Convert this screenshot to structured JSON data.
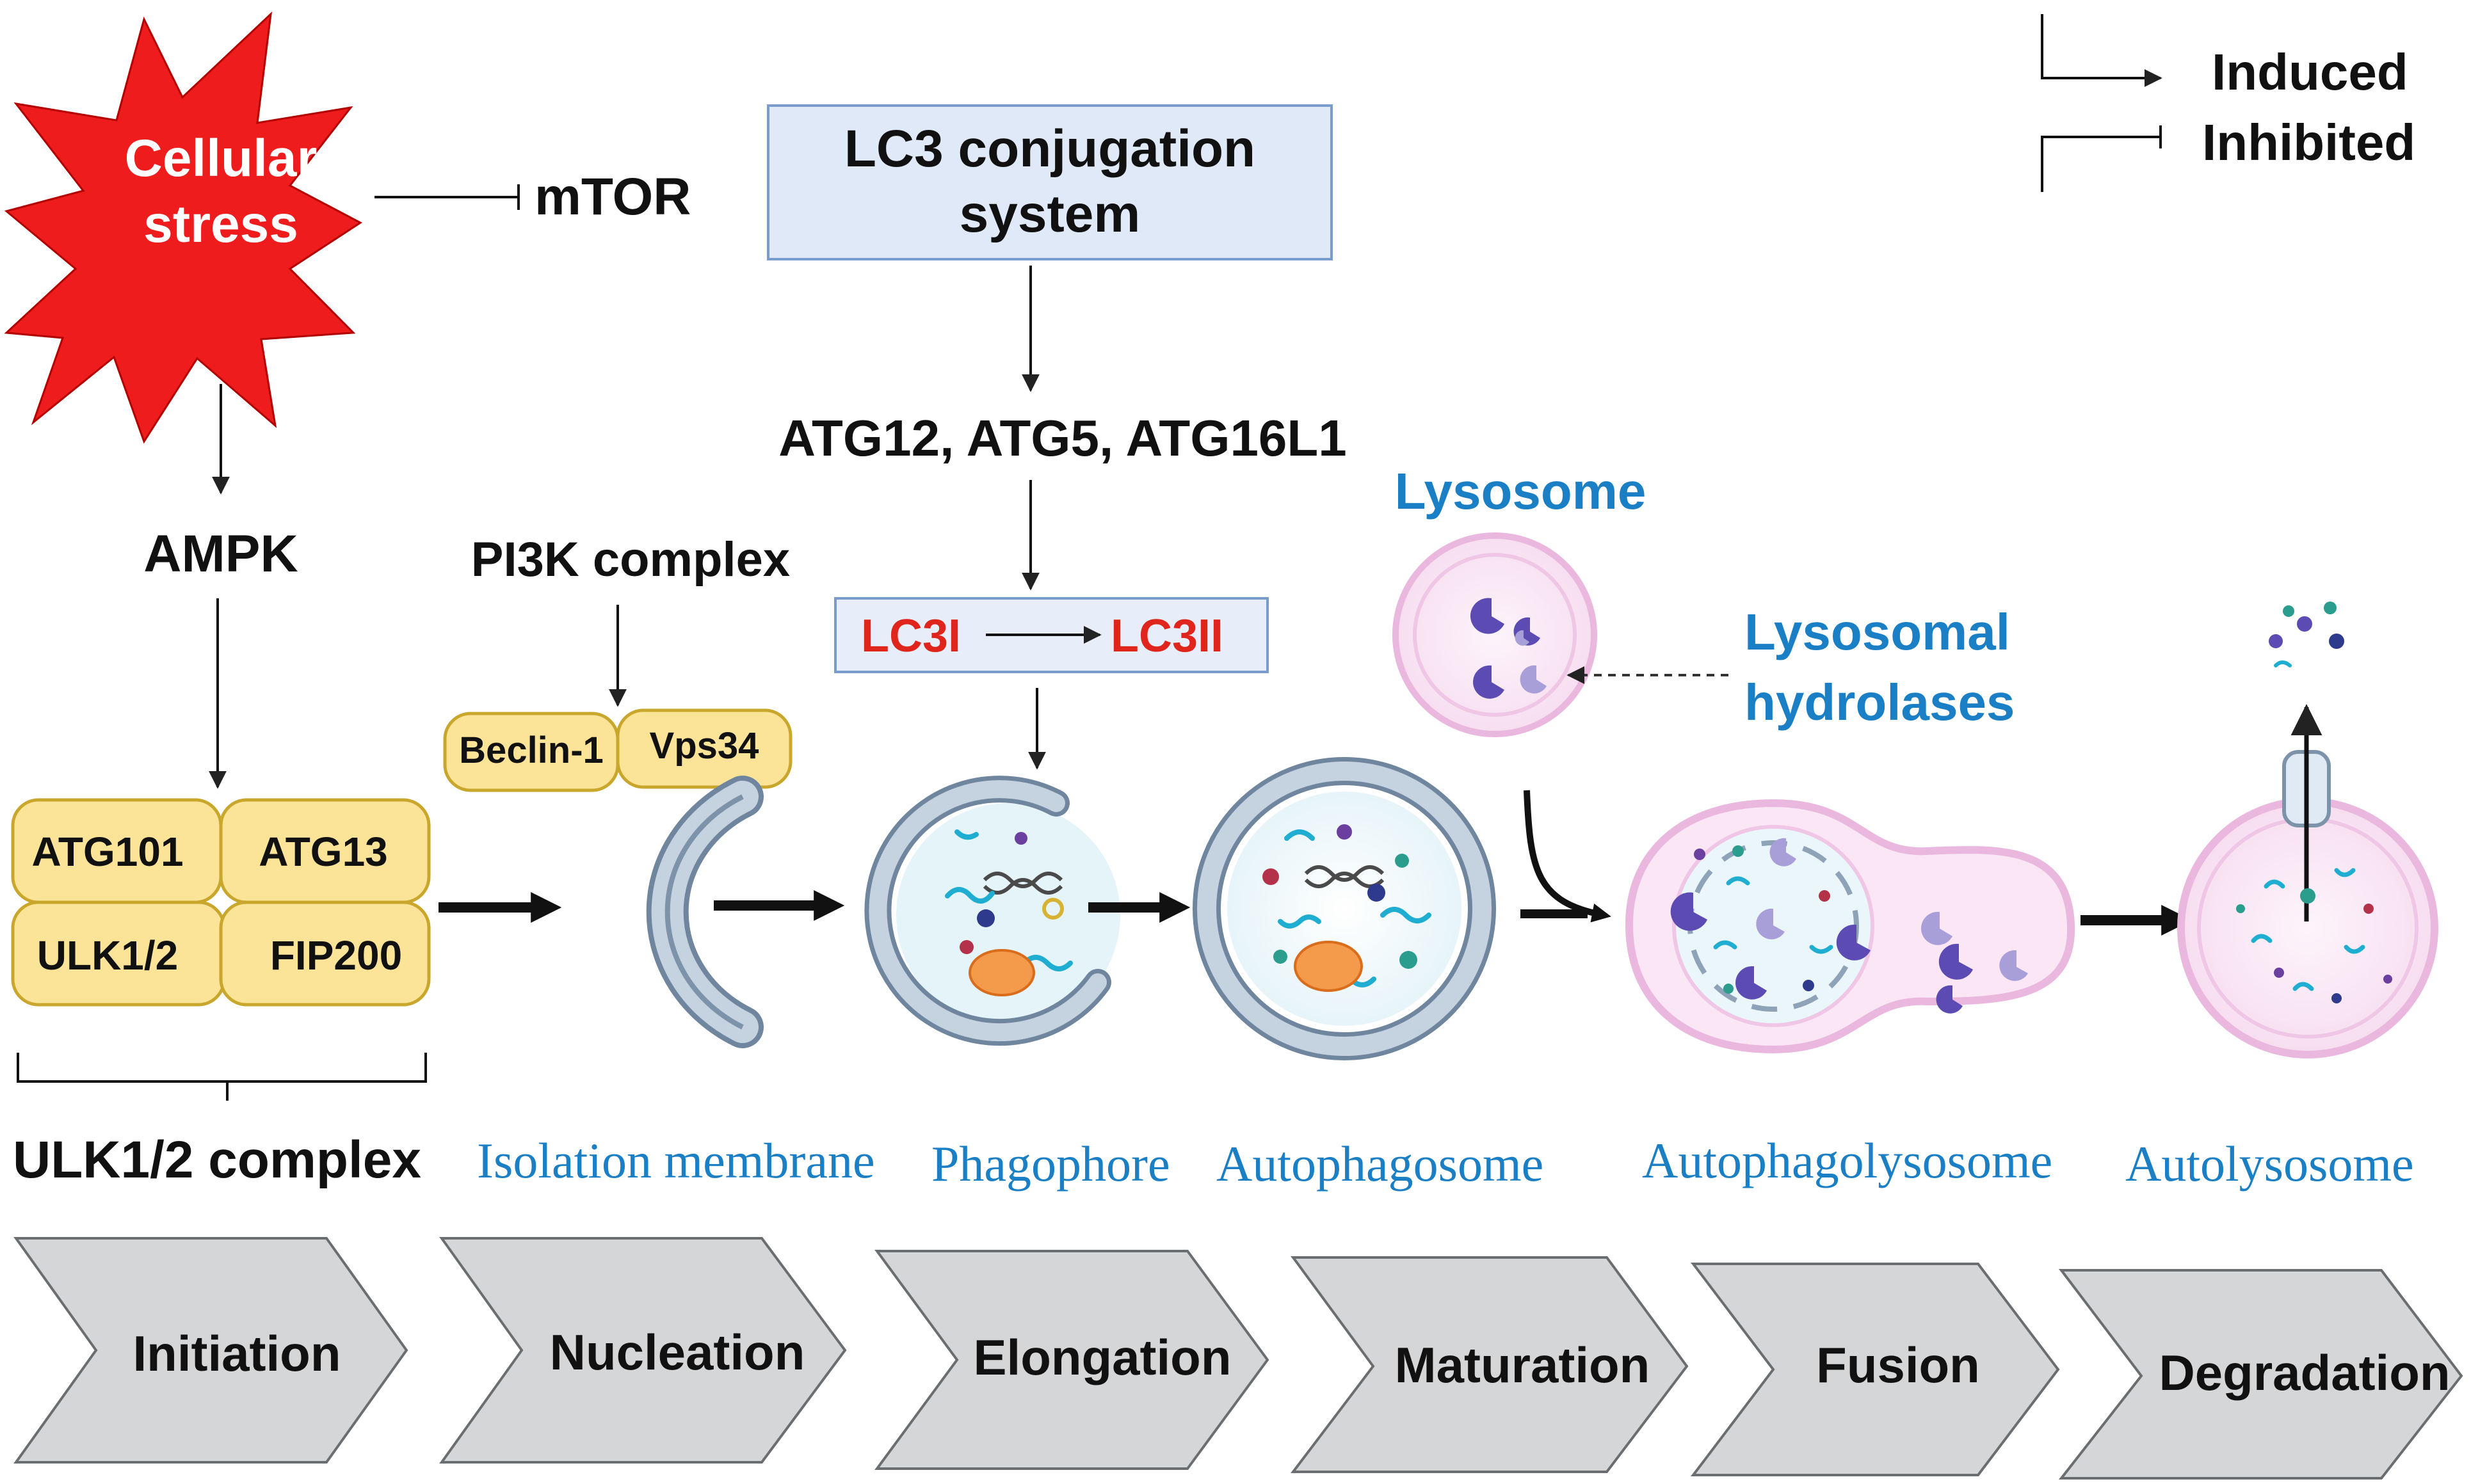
{
  "legend": {
    "induced": "Induced",
    "inhibited": "Inhibited"
  },
  "nodes": {
    "cellular_stress_line1": "Cellular",
    "cellular_stress_line2": "stress",
    "mtor": "mTOR",
    "ampk": "AMPK",
    "lc3_conjugation_line1": "LC3 conjugation",
    "lc3_conjugation_line2": "system",
    "atg_group": "ATG12, ATG5, ATG16L1",
    "pi3k_complex": "PI3K complex",
    "beclin1": "Beclin-1",
    "vps34": "Vps34",
    "lc3i": "LC3I",
    "lc3ii": "LC3II",
    "lysosome": "Lysosome",
    "lysosomal_hydrolases_line1": "Lysosomal",
    "lysosomal_hydrolases_line2": "hydrolases",
    "atg101": "ATG101",
    "atg13": "ATG13",
    "ulk12": "ULK1/2",
    "fip200": "FIP200",
    "ulk_complex": "ULK1/2 complex"
  },
  "structures": {
    "isolation_membrane": "Isolation membrane",
    "phagophore": "Phagophore",
    "autophagosome": "Autophagosome",
    "autophagolysosome": "Autophagolysosome",
    "autolysosome": "Autolysosome"
  },
  "stages": [
    "Initiation",
    "Nucleation",
    "Elongation",
    "Maturation",
    "Fusion",
    "Degradation"
  ],
  "colors": {
    "stress_red": "#ee1c1c",
    "lc3_red": "#e0261c",
    "blue_label": "#1a7fc4",
    "yellow_box": "#fbe397",
    "yellow_border": "#c9a62c",
    "lc3_box": "#dfe9f7",
    "lc3_box_border": "#7a9ccc",
    "chevron": "#d4d6d8",
    "chevron_border": "#6b6e70",
    "membrane": "#9fb4c9",
    "lysosome_pink": "#f2c9ea",
    "enzyme_purple": "#5b4bb3"
  }
}
